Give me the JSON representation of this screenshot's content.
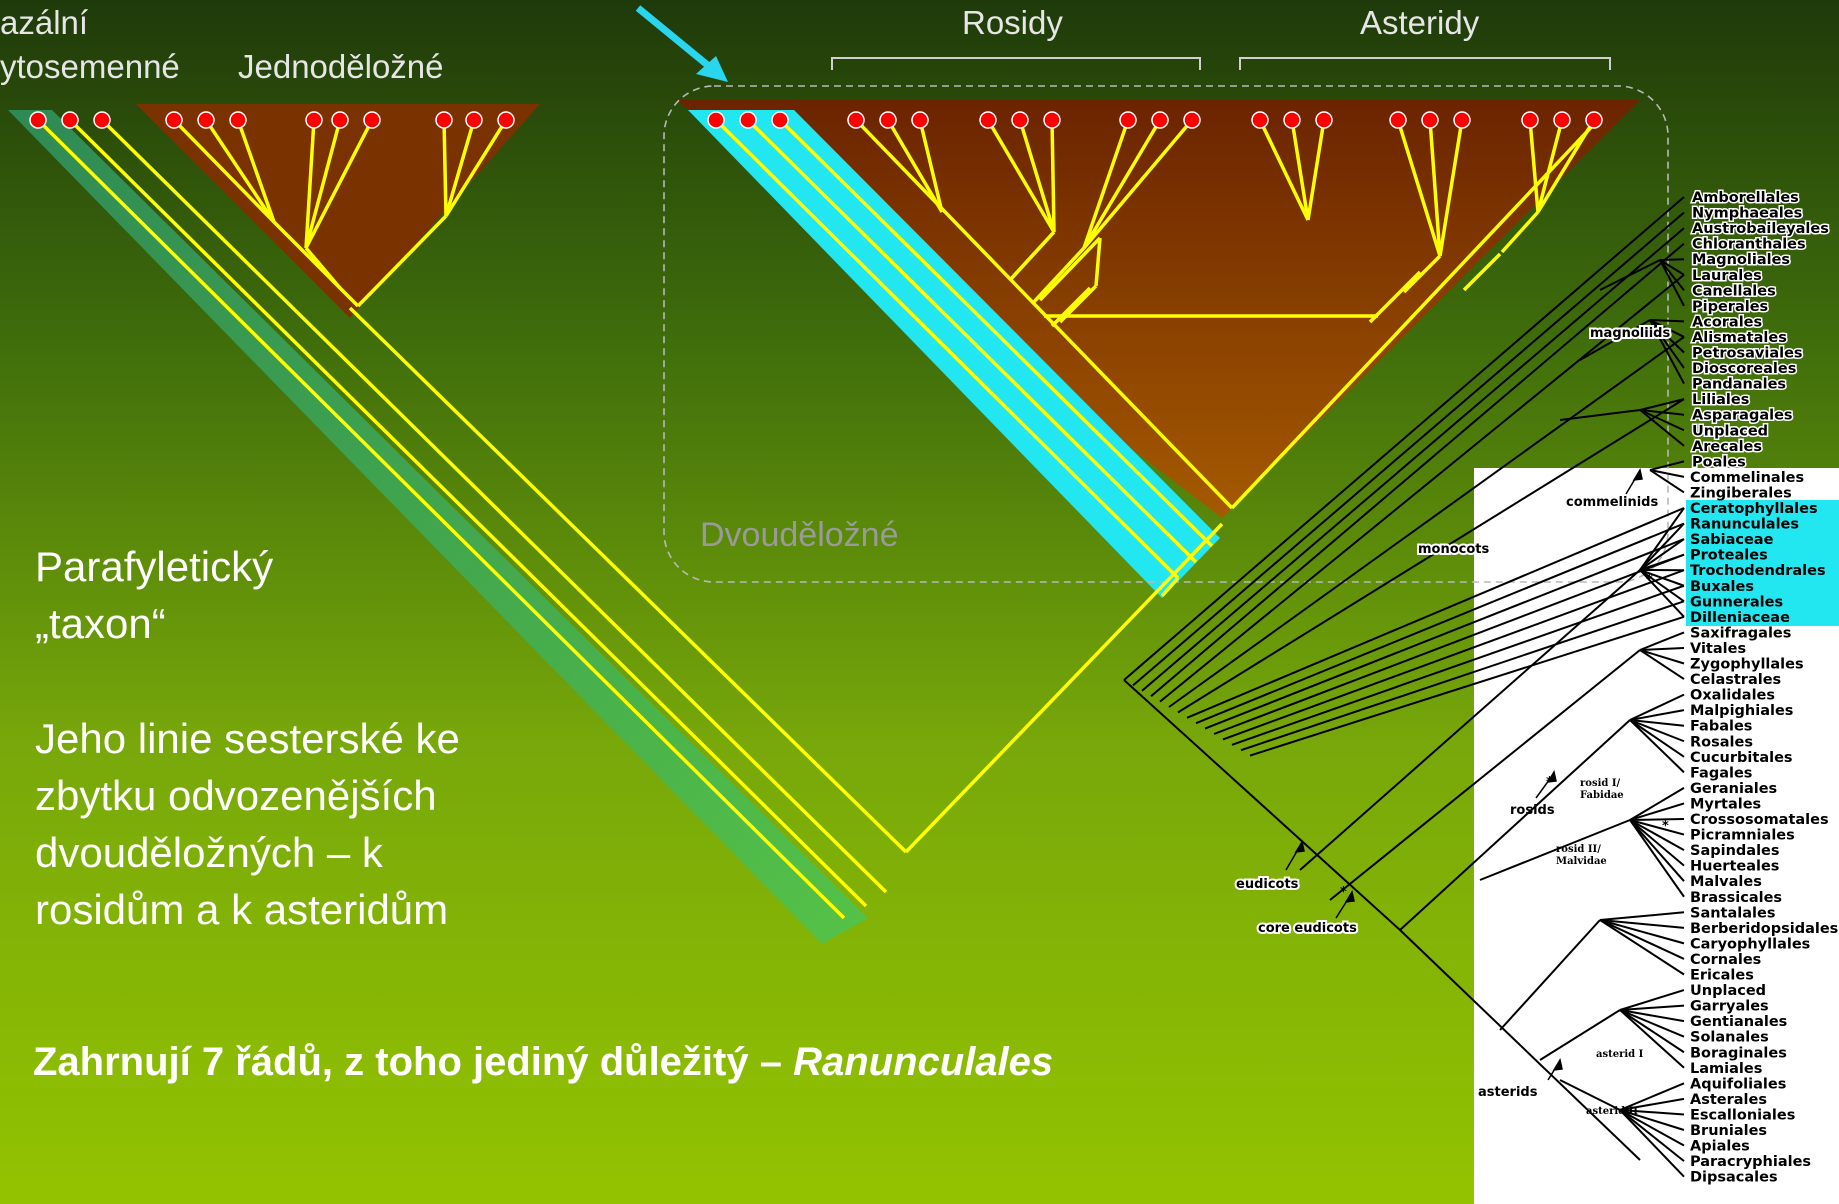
{
  "labels": {
    "bazalni_line1": "azální",
    "bazalni_line2": "ytosemenné",
    "jednodelozne": "Jednoděložné",
    "rosidy": "Rosidy",
    "asteridy": "Asteridy",
    "dvoudelozne": "Dvouděložné"
  },
  "text": {
    "parafyleticky_1": "Parafyletický",
    "parafyleticky_2": "„taxon“",
    "desc_1": "Jeho linie sesterské ke",
    "desc_2": "zbytku odvozenějších",
    "desc_3": "dvouděložných – k",
    "desc_4": "rosidům a k asteridům",
    "bold_main": "Zahrnují 7 řádů, z toho jediný důležitý – ",
    "bold_italic": "Ranunculales"
  },
  "colors": {
    "basal_fill": "#3fae57",
    "monocot_fill": "#7a3200",
    "dicot_fill": "#9a4a00",
    "highlight_cyan": "#22e6f0",
    "branch_yellow": "#ffff00",
    "tip_red": "#ff0000",
    "arrow_cyan": "#2ad6ee"
  },
  "orders": [
    "Amborellales",
    "Nymphaeales",
    "Austrobaileyales",
    "Chloranthales",
    "Magnoliales",
    "Laurales",
    "Canellales",
    "Piperales",
    "Acorales",
    "Alismatales",
    "Petrosaviales",
    "Dioscoreales",
    "Pandanales",
    "Liliales",
    "Asparagales",
    "Unplaced",
    "Arecales",
    "Poales",
    "Commelinales",
    "Zingiberales",
    "Ceratophyllales",
    "Ranunculales",
    "Sabiaceae",
    "Proteales",
    "Trochodendrales",
    "Buxales",
    "Gunnerales",
    "Dilleniaceae",
    "Saxifragales",
    "Vitales",
    "Zygophyllales",
    "Celastrales",
    "Oxalidales",
    "Malpighiales",
    "Fabales",
    "Rosales",
    "Cucurbitales",
    "Fagales",
    "Geraniales",
    "Myrtales",
    "Crossosomatales",
    "Picramniales",
    "Sapindales",
    "Huerteales",
    "Malvales",
    "Brassicales",
    "Santalales",
    "Berberidopsidales",
    "Caryophyllales",
    "Cornales",
    "Ericales",
    "Unplaced",
    "Garryales",
    "Gentianales",
    "Solanales",
    "Boraginales",
    "Lamiales",
    "Aquifoliales",
    "Asterales",
    "Escalloniales",
    "Bruniales",
    "Apiales",
    "Paracryphiales",
    "Dipsacales"
  ],
  "clades": {
    "magnoliids": "magnoliids",
    "commelinids": "commelinids",
    "monocots": "monocots",
    "rosids": "rosids",
    "rosid1": "rosid I/",
    "rosid1b": "Fabidae",
    "rosid2": "rosid II/",
    "rosid2b": "Malvidae",
    "eudicots": "eudicots",
    "core_eudicots": "core eudicots",
    "asterids": "asterids",
    "asterid1": "asterid I",
    "asterid2": "asterid II",
    "star": "*"
  }
}
